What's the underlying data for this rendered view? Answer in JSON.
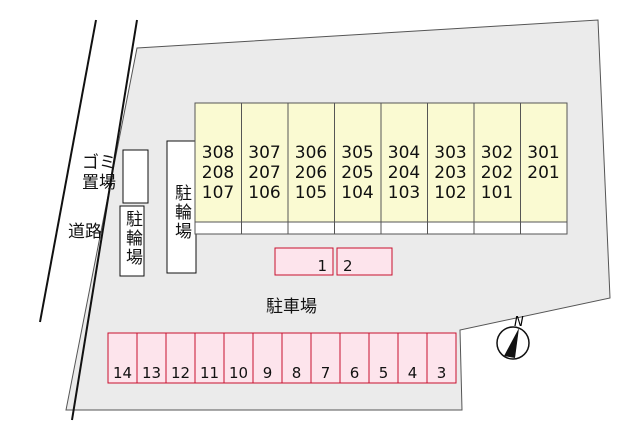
{
  "labels": {
    "garbage": [
      "ゴミ",
      "置場"
    ],
    "road": "道路",
    "bike_parking": "駐輪場",
    "parking": "駐車場",
    "north": "N"
  },
  "units": [
    [
      "308",
      "208",
      "107"
    ],
    [
      "307",
      "207",
      "106"
    ],
    [
      "306",
      "206",
      "105"
    ],
    [
      "305",
      "205",
      "104"
    ],
    [
      "304",
      "204",
      "103"
    ],
    [
      "303",
      "203",
      "102"
    ],
    [
      "302",
      "202",
      "101"
    ],
    [
      "301",
      "201",
      ""
    ]
  ],
  "parking_top": [
    "1",
    "2"
  ],
  "parking_bottom": [
    "14",
    "13",
    "12",
    "11",
    "10",
    "9",
    "8",
    "7",
    "6",
    "5",
    "4",
    "3"
  ],
  "colors": {
    "lot": "#ebebeb",
    "building": "#fafad2",
    "parking": "#fde4ec",
    "parking_border": "#c8102e"
  }
}
